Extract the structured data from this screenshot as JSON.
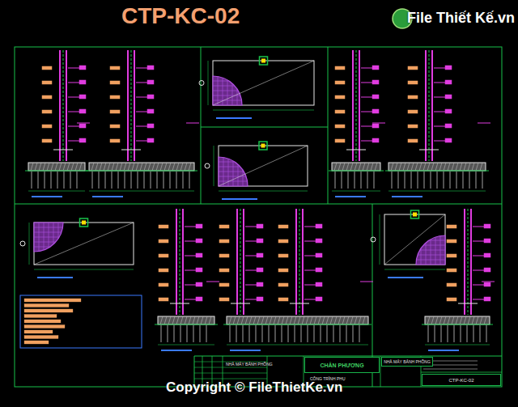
{
  "diagram": {
    "title": "CTP-KC-02",
    "nodes": [
      {
        "text": [
          "CHÂN PHƯƠNG"
        ]
      },
      {
        "text": [
          "NHÀ MÁY BÁNH PHỒNG"
        ]
      },
      {
        "text": [
          "CTP-KC-02"
        ]
      }
    ],
    "labels": [
      "File Thiết Kế.vn",
      "NHÀ MÁY BÁNH PHỒNG",
      "CÔNG TRÌNH PHỤ",
      "Copyright © FileThietKe.vn"
    ]
  }
}
